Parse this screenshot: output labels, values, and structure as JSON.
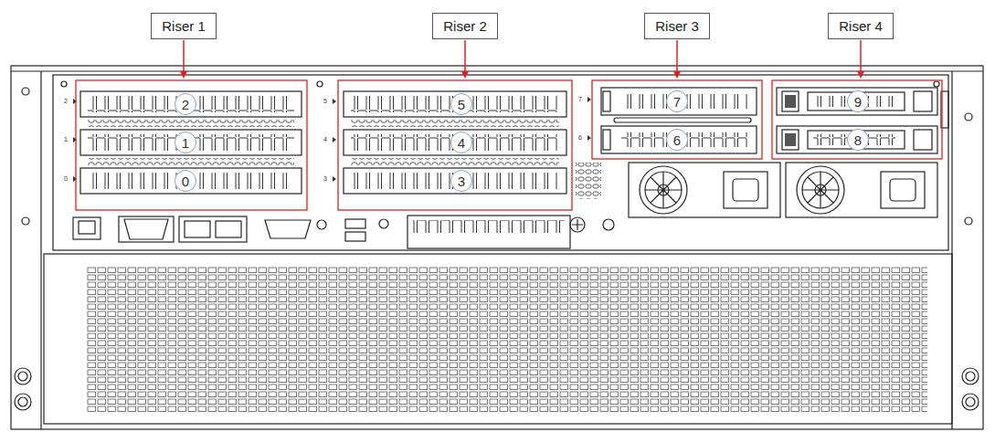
{
  "diagram": {
    "nodes": [
      {
        "text": [
          "Riser 1"
        ]
      },
      {
        "text": [
          "Riser 2"
        ]
      },
      {
        "text": [
          "Riser 3"
        ]
      },
      {
        "text": [
          "Riser 4"
        ]
      },
      {
        "text": [
          "2"
        ]
      },
      {
        "text": [
          "1"
        ]
      },
      {
        "text": [
          "0"
        ]
      },
      {
        "text": [
          "5"
        ]
      },
      {
        "text": [
          "4"
        ]
      },
      {
        "text": [
          "3"
        ]
      },
      {
        "text": [
          "7"
        ]
      },
      {
        "text": [
          "6"
        ]
      },
      {
        "text": [
          "9"
        ]
      },
      {
        "text": [
          "8"
        ]
      }
    ],
    "labels": [
      "2",
      "1",
      "0",
      "5",
      "4",
      "3",
      "7",
      "6"
    ]
  }
}
